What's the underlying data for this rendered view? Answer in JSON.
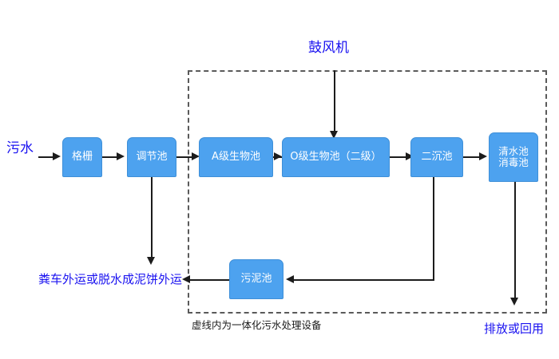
{
  "diagram": {
    "title_note": "虚线内为一体化污水处理设备",
    "nodes": [
      {
        "id": "grating",
        "label": "格栅"
      },
      {
        "id": "equalization",
        "label": "调节池"
      },
      {
        "id": "a-stage",
        "label": "A级生物池"
      },
      {
        "id": "o-stage",
        "label": "O级生物池（二级）"
      },
      {
        "id": "clarifier",
        "label": "二沉池"
      },
      {
        "id": "clearwater",
        "label": "清水池\n消毒池"
      },
      {
        "id": "sludge",
        "label": "污泥池"
      }
    ],
    "labels": {
      "inlet": "污水",
      "blower": "鼓风机",
      "sludge_disposal": "粪车外运或脱水成泥饼外运",
      "effluent": "排放或回用",
      "enclosure_caption": "虚线内为一体化污水处理设备"
    },
    "colors": {
      "node_fill": "#4da2ef",
      "node_border": "#3e8fd8",
      "node_text": "#ffffff",
      "label_blue": "#1a12f0",
      "label_black": "#1a1a1a",
      "connector": "#1c1c1c",
      "dashed_border": "#5a5a5a",
      "background": "#ffffff"
    }
  }
}
